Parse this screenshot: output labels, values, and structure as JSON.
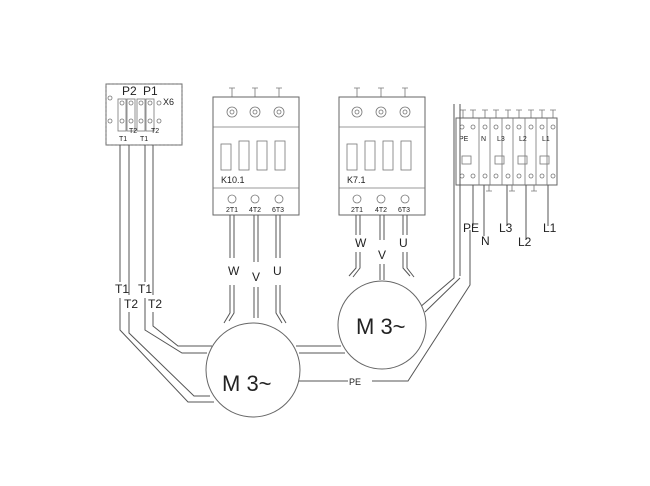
{
  "terminal_block": {
    "label_p2": "P2",
    "label_p1": "P1",
    "label_x6": "X6",
    "bottom_t2": "T2",
    "bottom_t2b": "T2",
    "bottom_t1": "T1",
    "bottom_t1b": "T1"
  },
  "contactor_k10": {
    "name": "K10.1",
    "terminals": [
      "2T1",
      "4T2",
      "6T3"
    ]
  },
  "contactor_k7": {
    "name": "K7.1",
    "terminals": [
      "2T1",
      "4T2",
      "6T3"
    ]
  },
  "supply_terminals": [
    "PE",
    "N",
    "L3",
    "L2",
    "L1"
  ],
  "supply_wires": [
    "PE",
    "N",
    "L3",
    "L2",
    "L1"
  ],
  "phase_labels_left": [
    "W",
    "V",
    "U"
  ],
  "phase_labels_right": [
    "W",
    "V",
    "U"
  ],
  "wire_labels_left": [
    "T1",
    "T1",
    "T2",
    "T2"
  ],
  "motor_large": "M 3~",
  "motor_small": "M 3~",
  "pe_label": "PE"
}
